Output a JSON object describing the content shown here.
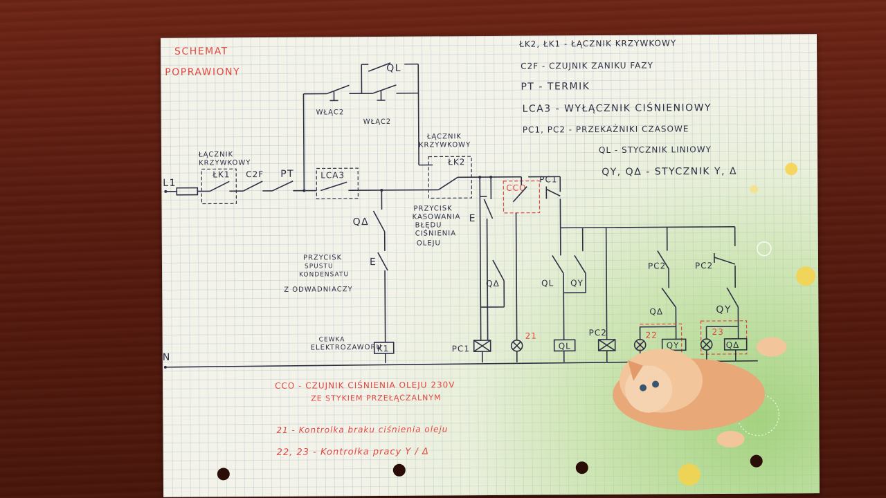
{
  "title": {
    "line1": "SCHEMAT",
    "line2": "POPRAWIONY"
  },
  "legend": [
    "ŁK2, ŁK1 - ŁĄCZNIK KRZYWKOWY",
    "C2F - CZUJNIK ZANIKU FAZY",
    "PT - TERMIK",
    "LCA3 - WYŁĄCZNIK CIŚNIENIOWY",
    "PC1, PC2 - PRZEKAŹNIKI CZASOWE",
    "QL - STYCZNIK LINIOWY",
    "QY, QΔ - STYCZNIK Y, Δ"
  ],
  "labels": {
    "l1": "L1",
    "n": "N",
    "lacznik1": "ŁĄCZNIK",
    "krzywkowy1": "KRZYWKOWY",
    "zk1": "ŁK1",
    "c2f": "C2F",
    "pt": "PT",
    "lca3": "LCA3",
    "lacznik2": "ŁĄCZNIK",
    "krzywkowy2": "KRZYWKOWY",
    "zk2": "ŁK2",
    "wlac1": "WŁĄC2",
    "wlac2": "WŁĄC2",
    "ql_top": "QL",
    "cco": "CCO",
    "pc1_top": "PC1",
    "qd_left": "QΔ",
    "przycisk_spust": [
      "PRZYCISK",
      "SPUSTU",
      "KONDENSATU",
      "Z ODWADNIACZY"
    ],
    "przycisk_kas": [
      "PRZYCISK",
      "KASOWANIA",
      "BŁĘDU",
      "CIŚNIENIA",
      "OLEJU"
    ],
    "qd_mid": "QΔ",
    "ql_mid": "QL",
    "qy_mid": "QY",
    "pc2_a": "PC2",
    "pc2_b": "PC2",
    "qd_right": "QΔ",
    "qy_right": "QY",
    "cewka": [
      "CEWKA",
      "ELEKTROZAWORU"
    ],
    "k1": "K1",
    "pc1_coil": "PC1",
    "n21": "21",
    "ql_coil": "QL",
    "pc2_coil": "PC2",
    "n22": "22",
    "qy_coil": "QY",
    "n23": "23",
    "qd_coil": "QΔ"
  },
  "notes": [
    "CCO - CZUJNIK CIŚNIENIA OLEJU 230V",
    "ZE STYKIEM PRZEŁĄCZALNYM",
    "21 - Kontrolka braku ciśnienia oleju",
    "22, 23 - Kontrolka pracy Y / Δ"
  ],
  "colors": {
    "ink": "#2d2f45",
    "red_ink": "#e2463f",
    "paper": "#f4f3ea",
    "wood": "#5a1c10"
  }
}
